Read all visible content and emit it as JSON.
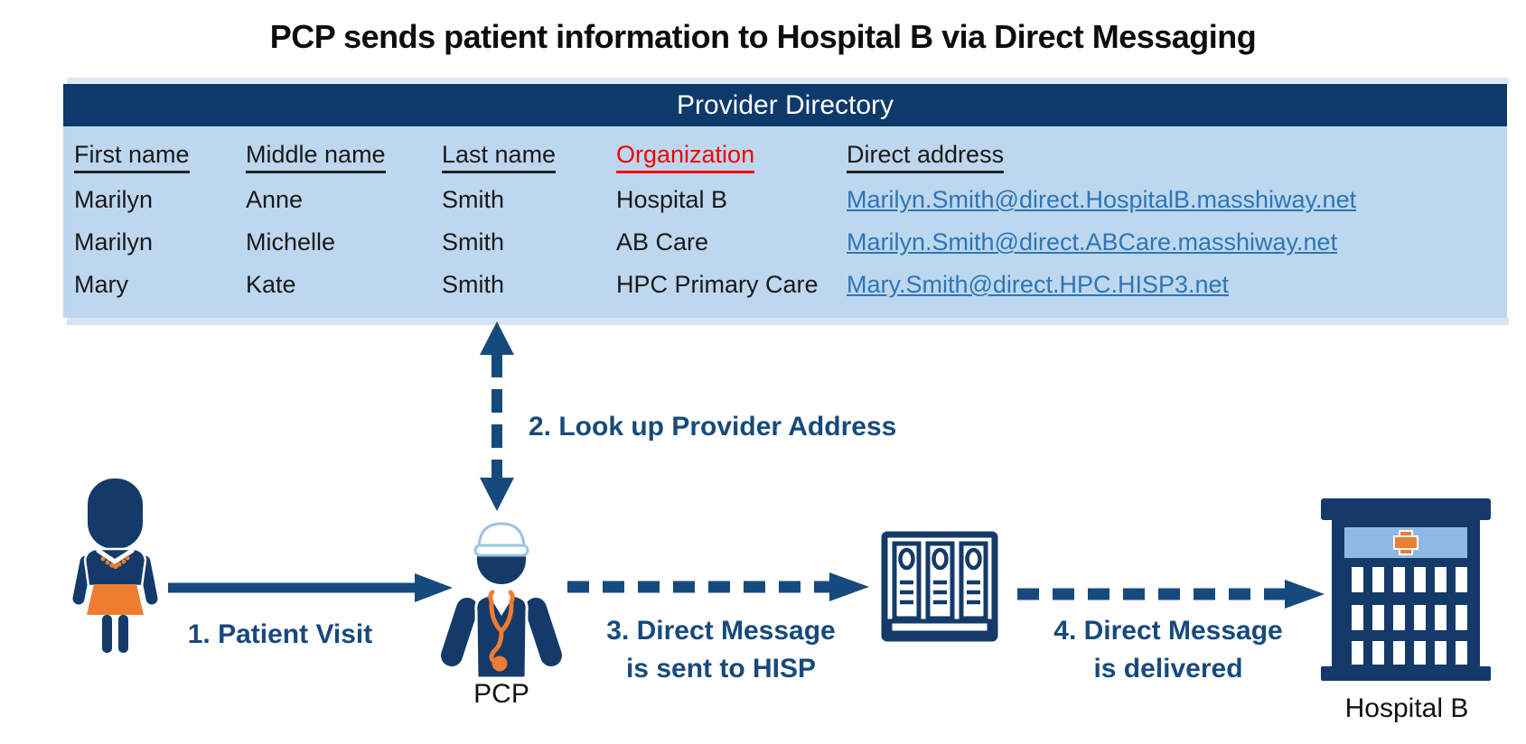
{
  "title": "PCP sends patient information to Hospital B via Direct Messaging",
  "directory": {
    "header": "Provider Directory",
    "columns": [
      "First name",
      "Middle name",
      "Last name",
      "Organization",
      "Direct address"
    ],
    "rows": [
      [
        "Marilyn",
        "Anne",
        "Smith",
        "Hospital B",
        "Marilyn.Smith@direct.HospitalB.masshiway.net"
      ],
      [
        "Marilyn",
        "Michelle",
        "Smith",
        "AB Care",
        "Marilyn.Smith@direct.ABCare.masshiway.net"
      ],
      [
        "Mary",
        "Kate",
        "Smith",
        "HPC Primary Care",
        "Mary.Smith@direct.HPC.HISP3.net"
      ]
    ]
  },
  "flow": {
    "step1": "1. Patient Visit",
    "step2": "2. Look up Provider Address",
    "step3_line1": "3. Direct Message",
    "step3_line2": "is sent to HISP",
    "step4_line1": "4. Direct Message",
    "step4_line2": "is delivered",
    "pcp_label": "PCP",
    "hospital_label": "Hospital B"
  },
  "icons": {
    "patient": "patient-woman-icon",
    "pcp": "doctor-icon",
    "hisp": "server-rack-icon",
    "hospital": "hospital-building-icon"
  },
  "colors": {
    "header_navy": "#0d3a6b",
    "table_bg": "#bdd7ee",
    "strip_blue": "#dde9f5",
    "accent_navy": "#174a7c",
    "icon_navy": "#143a69",
    "orange": "#ed7d31",
    "link_blue": "#2e75b6",
    "red": "#f40000",
    "cap_light_blue": "#9dc3e6",
    "hospital_band_blue": "#8fb9e4"
  }
}
